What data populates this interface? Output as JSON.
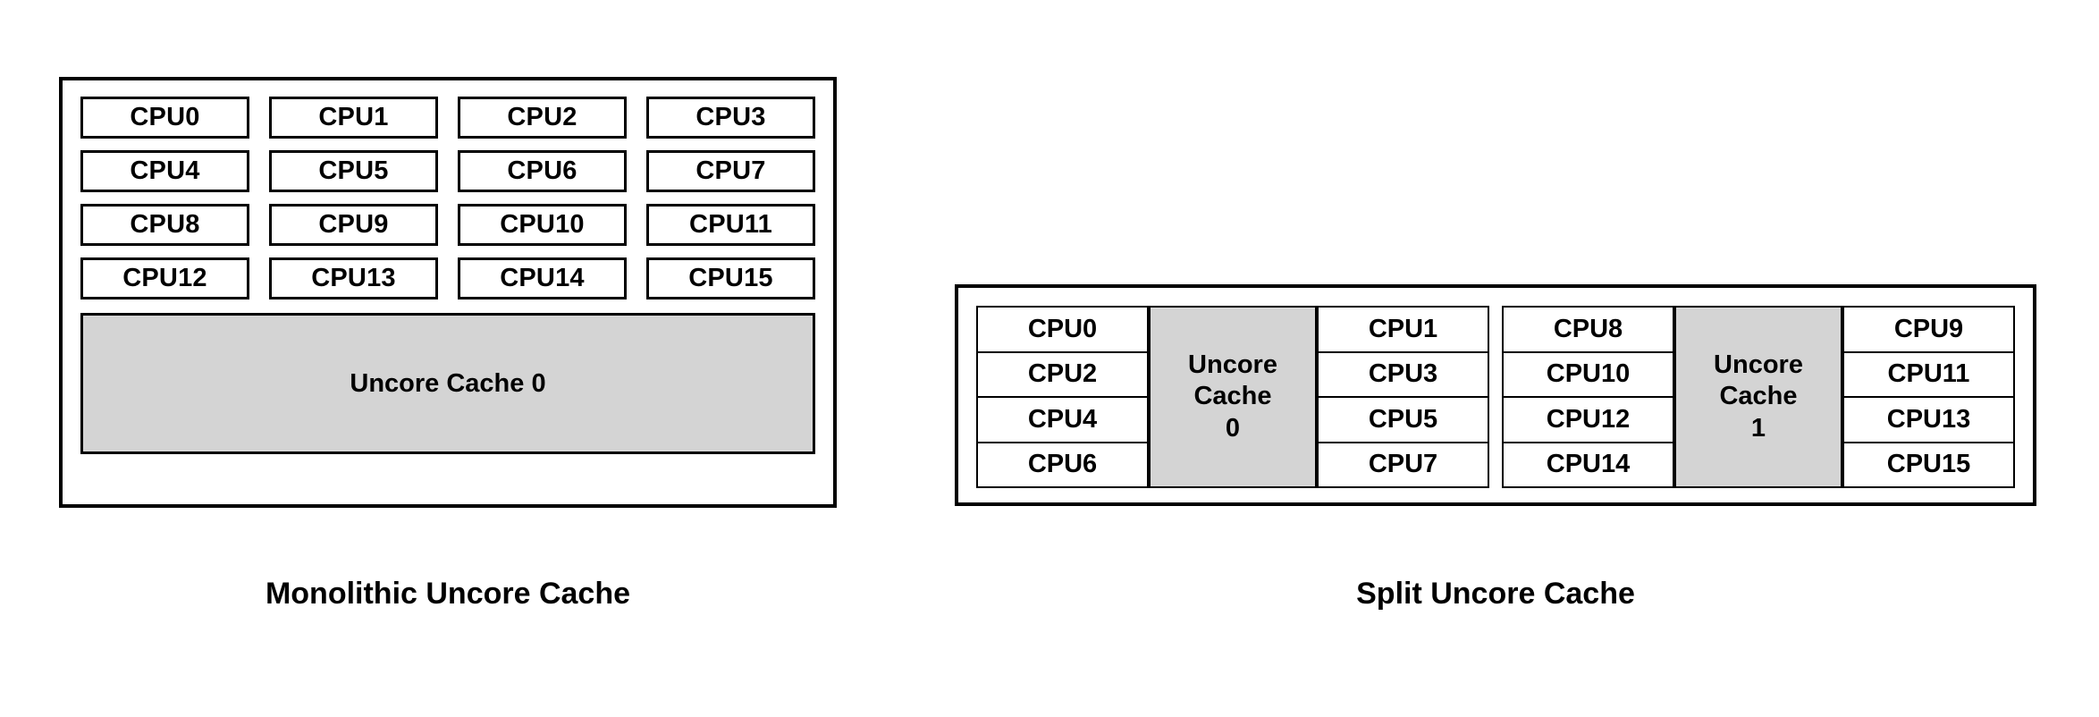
{
  "figures": {
    "monolithic": {
      "caption": "Monolithic Uncore Cache",
      "cpus": [
        "CPU0",
        "CPU1",
        "CPU2",
        "CPU3",
        "CPU4",
        "CPU5",
        "CPU6",
        "CPU7",
        "CPU8",
        "CPU9",
        "CPU10",
        "CPU11",
        "CPU12",
        "CPU13",
        "CPU14",
        "CPU15"
      ],
      "cache_label": "Uncore Cache 0"
    },
    "split": {
      "caption": "Split Uncore Cache",
      "groups": [
        {
          "left_cpus": [
            "CPU0",
            "CPU2",
            "CPU4",
            "CPU6"
          ],
          "cache_line1": "Uncore",
          "cache_line2": "Cache",
          "cache_line3": "0",
          "right_cpus": [
            "CPU1",
            "CPU3",
            "CPU5",
            "CPU7"
          ]
        },
        {
          "left_cpus": [
            "CPU8",
            "CPU10",
            "CPU12",
            "CPU14"
          ],
          "cache_line1": "Uncore",
          "cache_line2": "Cache",
          "cache_line3": "1",
          "right_cpus": [
            "CPU9",
            "CPU11",
            "CPU13",
            "CPU15"
          ]
        }
      ]
    }
  },
  "colors": {
    "cache_fill": "#d4d4d4",
    "border": "#000000",
    "text": "#000000",
    "background": "#ffffff"
  }
}
